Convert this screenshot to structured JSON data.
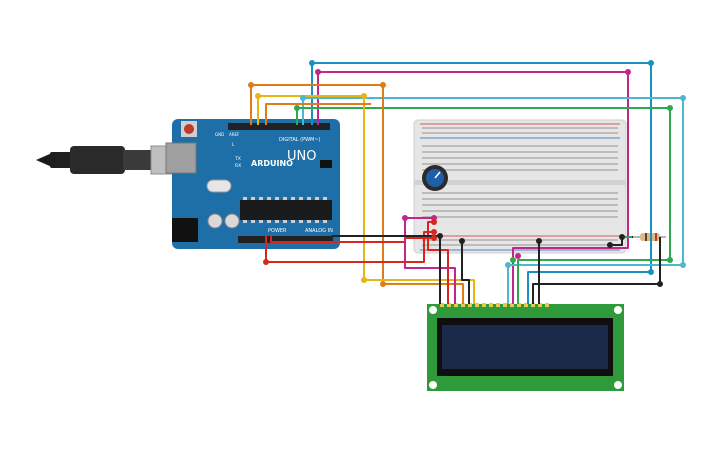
{
  "board": {
    "name": "UNO",
    "brand": "ARDUINO",
    "digital_label": "DIGITAL (PWM~)",
    "power_label": "POWER",
    "analog_label": "ANALOG IN",
    "tx_label": "TX",
    "rx_label": "RX",
    "l_label": "L",
    "aref_label": "AREF",
    "gnd_label": "GND"
  },
  "colors": {
    "board_blue": "#1e6ea8",
    "breadboard": "#e6e6e6",
    "lcd_pcb": "#2e9a3a",
    "lcd_screen": "#1c2a4a",
    "wire_red": "#d7261e",
    "wire_orange": "#e07b1a",
    "wire_yellow": "#e8b512",
    "wire_green": "#2fa84f",
    "wire_cyan": "#4bb8d0",
    "wire_blue": "#1a8fc2",
    "wire_magenta": "#c3268a",
    "wire_black": "#222222"
  },
  "components": {
    "usb_cable": "usb-cable",
    "potentiometer": "potentiometer",
    "resistor": "resistor",
    "lcd": "lcd-16x2"
  }
}
